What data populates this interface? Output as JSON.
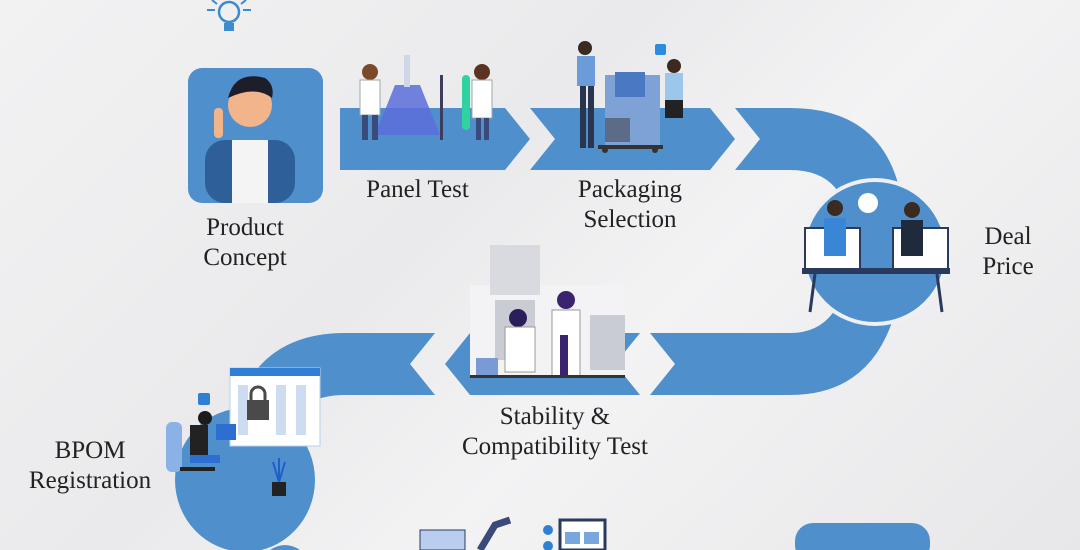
{
  "colors": {
    "accent": "#4f8fcc",
    "background": "#efeff0",
    "text": "#222222"
  },
  "steps": [
    {
      "label_lines": [
        "Product",
        "Concept"
      ],
      "icon": "person-idea-illustration"
    },
    {
      "label_lines": [
        "Panel Test"
      ],
      "icon": "lab-scientists-illustration"
    },
    {
      "label_lines": [
        "Packaging",
        "Selection"
      ],
      "icon": "packaging-boxes-illustration"
    },
    {
      "label_lines": [
        "Deal",
        "Price"
      ],
      "icon": "handshake-illustration"
    },
    {
      "label_lines": [
        "Stability &",
        "Compatibility Test"
      ],
      "icon": "lab-research-illustration"
    },
    {
      "label_lines": [
        "BPOM",
        "Registration"
      ],
      "icon": "registration-computer-illustration"
    }
  ]
}
